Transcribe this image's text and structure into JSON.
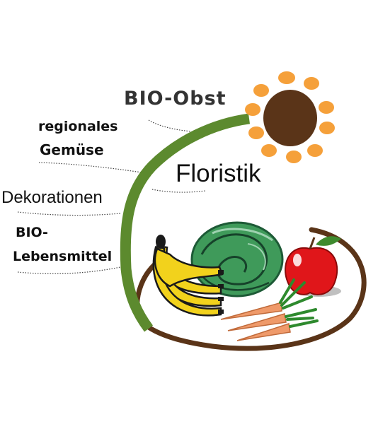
{
  "labels": {
    "bio_obst": "BIO-Obst",
    "regionales": "regionales",
    "gemuese": "Gemüse",
    "floristik": "Floristik",
    "dekorationen": "Dekorationen",
    "bio": "BIO-",
    "lebensmittel": "Lebensmittel"
  },
  "colors": {
    "stem": "#5c8a2e",
    "flower_center": "#5a3418",
    "petals": "#f5a03a",
    "bowl": "#5a3418",
    "banana": "#f2d21c",
    "cabbage": "#3f9a5a",
    "apple": "#e0161a",
    "carrot": "#ef9a6a",
    "carrot_greens": "#2e8a2e"
  },
  "icons": [
    "sunflower-icon",
    "bowl-icon",
    "banana-icon",
    "cabbage-icon",
    "apple-icon",
    "carrot-icon"
  ]
}
